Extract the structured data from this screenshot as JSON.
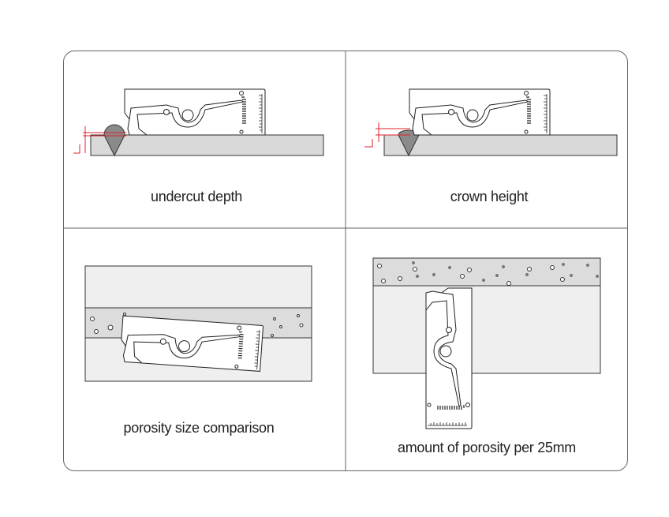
{
  "panels": [
    {
      "label": "undercut depth"
    },
    {
      "label": "crown height"
    },
    {
      "label": "porosity size comparison"
    },
    {
      "label": "amount of porosity per 25mm"
    }
  ],
  "colors": {
    "plate": "#d9d9d9",
    "background_plate": "#efefef",
    "measure_line": "#e0212b",
    "frame": "#555555"
  }
}
